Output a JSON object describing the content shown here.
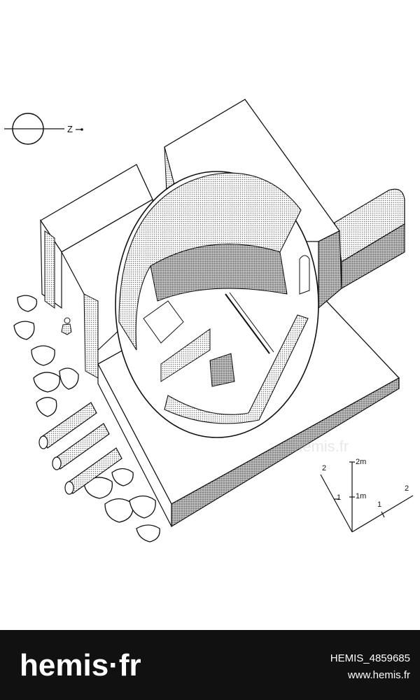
{
  "compass": {
    "north_label": "Z"
  },
  "scale": {
    "vertical_labels": [
      "2m",
      "1m"
    ],
    "left_axis_labels": [
      "2",
      "1"
    ],
    "right_axis_labels": [
      "1",
      "2"
    ]
  },
  "watermark": {
    "text": "hemis.fr"
  },
  "footer": {
    "brand": "hemis·fr",
    "image_id": "HEMIS_4859685",
    "site_url": "www.hemis.fr"
  },
  "colors": {
    "line": "#111111",
    "hatch": "#9a9a9a",
    "footer_bg": "#111111",
    "footer_text": "#ffffff"
  }
}
